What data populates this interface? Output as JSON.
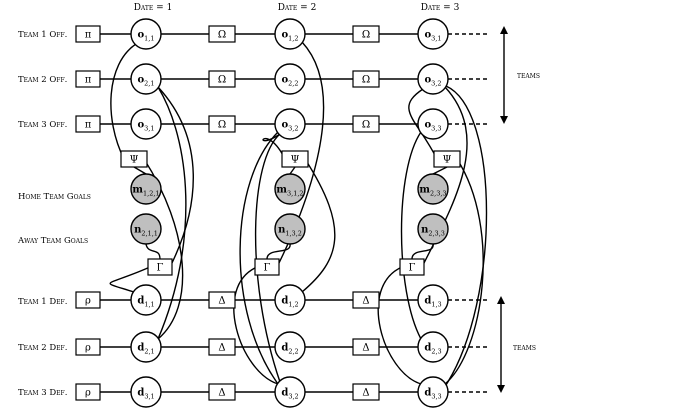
{
  "dates": [
    "Date = 1",
    "Date = 2",
    "Date = 3"
  ],
  "row_labels": [
    "Team 1 Off.",
    "Team 2 Off.",
    "Team 3 Off.",
    "Home Team Goals",
    "Away Team Goals",
    "Team 1 Def.",
    "Team 2 Def.",
    "Team 3 Def."
  ],
  "offense_prior": "π",
  "defense_prior": "ρ",
  "offense_transition": "Ω",
  "defense_transition": "Δ",
  "home_factor": "Ψ",
  "away_factor": "Γ",
  "offense_nodes": [
    [
      {
        "b": "o",
        "s": "1,1"
      },
      {
        "b": "o",
        "s": "1,2"
      },
      {
        "b": "o",
        "s": "3,1"
      }
    ],
    [
      {
        "b": "o",
        "s": "2,1"
      },
      {
        "b": "o",
        "s": "2,2"
      },
      {
        "b": "o",
        "s": "3,2"
      }
    ],
    [
      {
        "b": "o",
        "s": "3,1"
      },
      {
        "b": "o",
        "s": "3,2"
      },
      {
        "b": "o",
        "s": "3,3"
      }
    ]
  ],
  "defense_nodes": [
    [
      {
        "b": "d",
        "s": "1,1"
      },
      {
        "b": "d",
        "s": "1,2"
      },
      {
        "b": "d",
        "s": "1,3"
      }
    ],
    [
      {
        "b": "d",
        "s": "2,1"
      },
      {
        "b": "d",
        "s": "2,2"
      },
      {
        "b": "d",
        "s": "2,3"
      }
    ],
    [
      {
        "b": "d",
        "s": "3,1"
      },
      {
        "b": "d",
        "s": "3,2"
      },
      {
        "b": "d",
        "s": "3,3"
      }
    ]
  ],
  "home_goals": [
    {
      "b": "m",
      "s": "1,2,1"
    },
    {
      "b": "m",
      "s": "3,1,2"
    },
    {
      "b": "m",
      "s": "2,3,3"
    }
  ],
  "away_goals": [
    {
      "b": "n",
      "s": "2,1,1"
    },
    {
      "b": "n",
      "s": "1,3,2"
    },
    {
      "b": "n",
      "s": "2,3,3"
    }
  ],
  "teams_label": "teams",
  "style": {
    "observed_fill": "#bfbfbf",
    "stroke": "#000000"
  }
}
